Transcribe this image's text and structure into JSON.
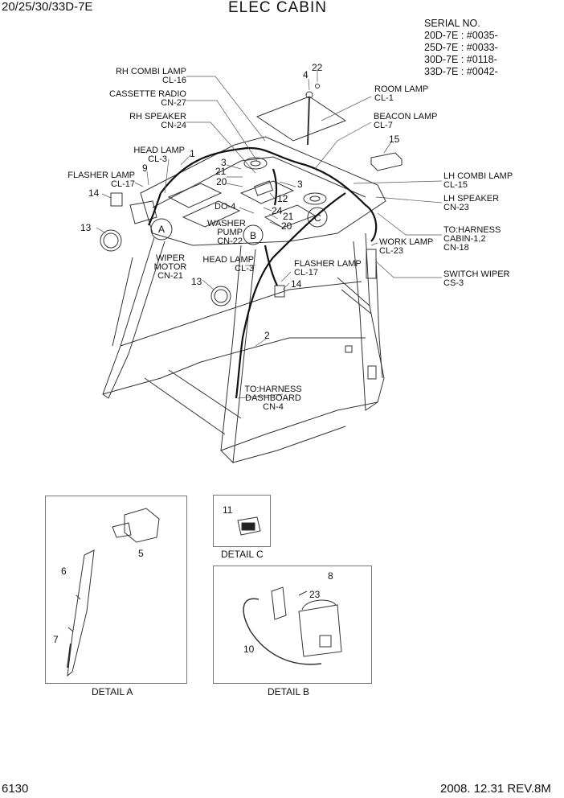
{
  "header": {
    "model": "20/25/30/33D-7E",
    "title": "ELEC CABIN"
  },
  "serial": {
    "heading": "SERIAL NO.",
    "lines": [
      "20D-7E : #0035-",
      "25D-7E : #0033-",
      "30D-7E : #0118-",
      "33D-7E : #0042-"
    ]
  },
  "callouts": {
    "rh_combi_lamp": [
      "RH COMBI LAMP",
      "CL-16"
    ],
    "cassette_radio": [
      "CASSETTE RADIO",
      "CN-27"
    ],
    "rh_speaker": [
      "RH SPEAKER",
      "CN-24"
    ],
    "head_lamp_top": [
      "HEAD LAMP",
      "CL-3"
    ],
    "flasher_lamp_left": [
      "FLASHER LAMP",
      "CL-17"
    ],
    "room_lamp": [
      "ROOM LAMP",
      "CL-1"
    ],
    "beacon_lamp": [
      "BEACON LAMP",
      "CL-7"
    ],
    "lh_combi_lamp": [
      "LH COMBI LAMP",
      "CL-15"
    ],
    "lh_speaker": [
      "LH SPEAKER",
      "CN-23"
    ],
    "to_harness_cabin": [
      "TO:HARNESS",
      "CABIN-1,2",
      "CN-18"
    ],
    "work_lamp": [
      "WORK LAMP",
      "CL-23"
    ],
    "switch_wiper": [
      "SWITCH WIPER",
      "CS-3"
    ],
    "do4": "DO-4",
    "washer_pump": [
      "WASHER",
      "PUMP",
      "CN-22"
    ],
    "wiper_motor": [
      "WIPER",
      "MOTOR",
      "CN-21"
    ],
    "head_lamp_mid": [
      "HEAD LAMP",
      "CL-3"
    ],
    "flasher_lamp_mid": [
      "FLASHER LAMP",
      "CL-17"
    ],
    "to_harness_dashboard": [
      "TO:HARNESS",
      "DASHBOARD",
      "CN-4"
    ]
  },
  "part_numbers": {
    "n1": "1",
    "n2": "2",
    "n3a": "3",
    "n3b": "3",
    "n4": "4",
    "n9": "9",
    "n12": "12",
    "n13a": "13",
    "n13b": "13",
    "n14a": "14",
    "n14b": "14",
    "n15": "15",
    "n20a": "20",
    "n20b": "20",
    "n21a": "21",
    "n21b": "21",
    "n22": "22",
    "n24": "24",
    "n5": "5",
    "n6": "6",
    "n7": "7",
    "n8": "8",
    "n10": "10",
    "n11": "11",
    "n23": "23"
  },
  "detail_markers": {
    "a": "A",
    "b": "B",
    "c": "C"
  },
  "details": {
    "a": "DETAIL A",
    "b": "DETAIL B",
    "c": "DETAIL C"
  },
  "footer": {
    "page": "6130",
    "date_rev": "2008. 12.31  REV.8M"
  }
}
